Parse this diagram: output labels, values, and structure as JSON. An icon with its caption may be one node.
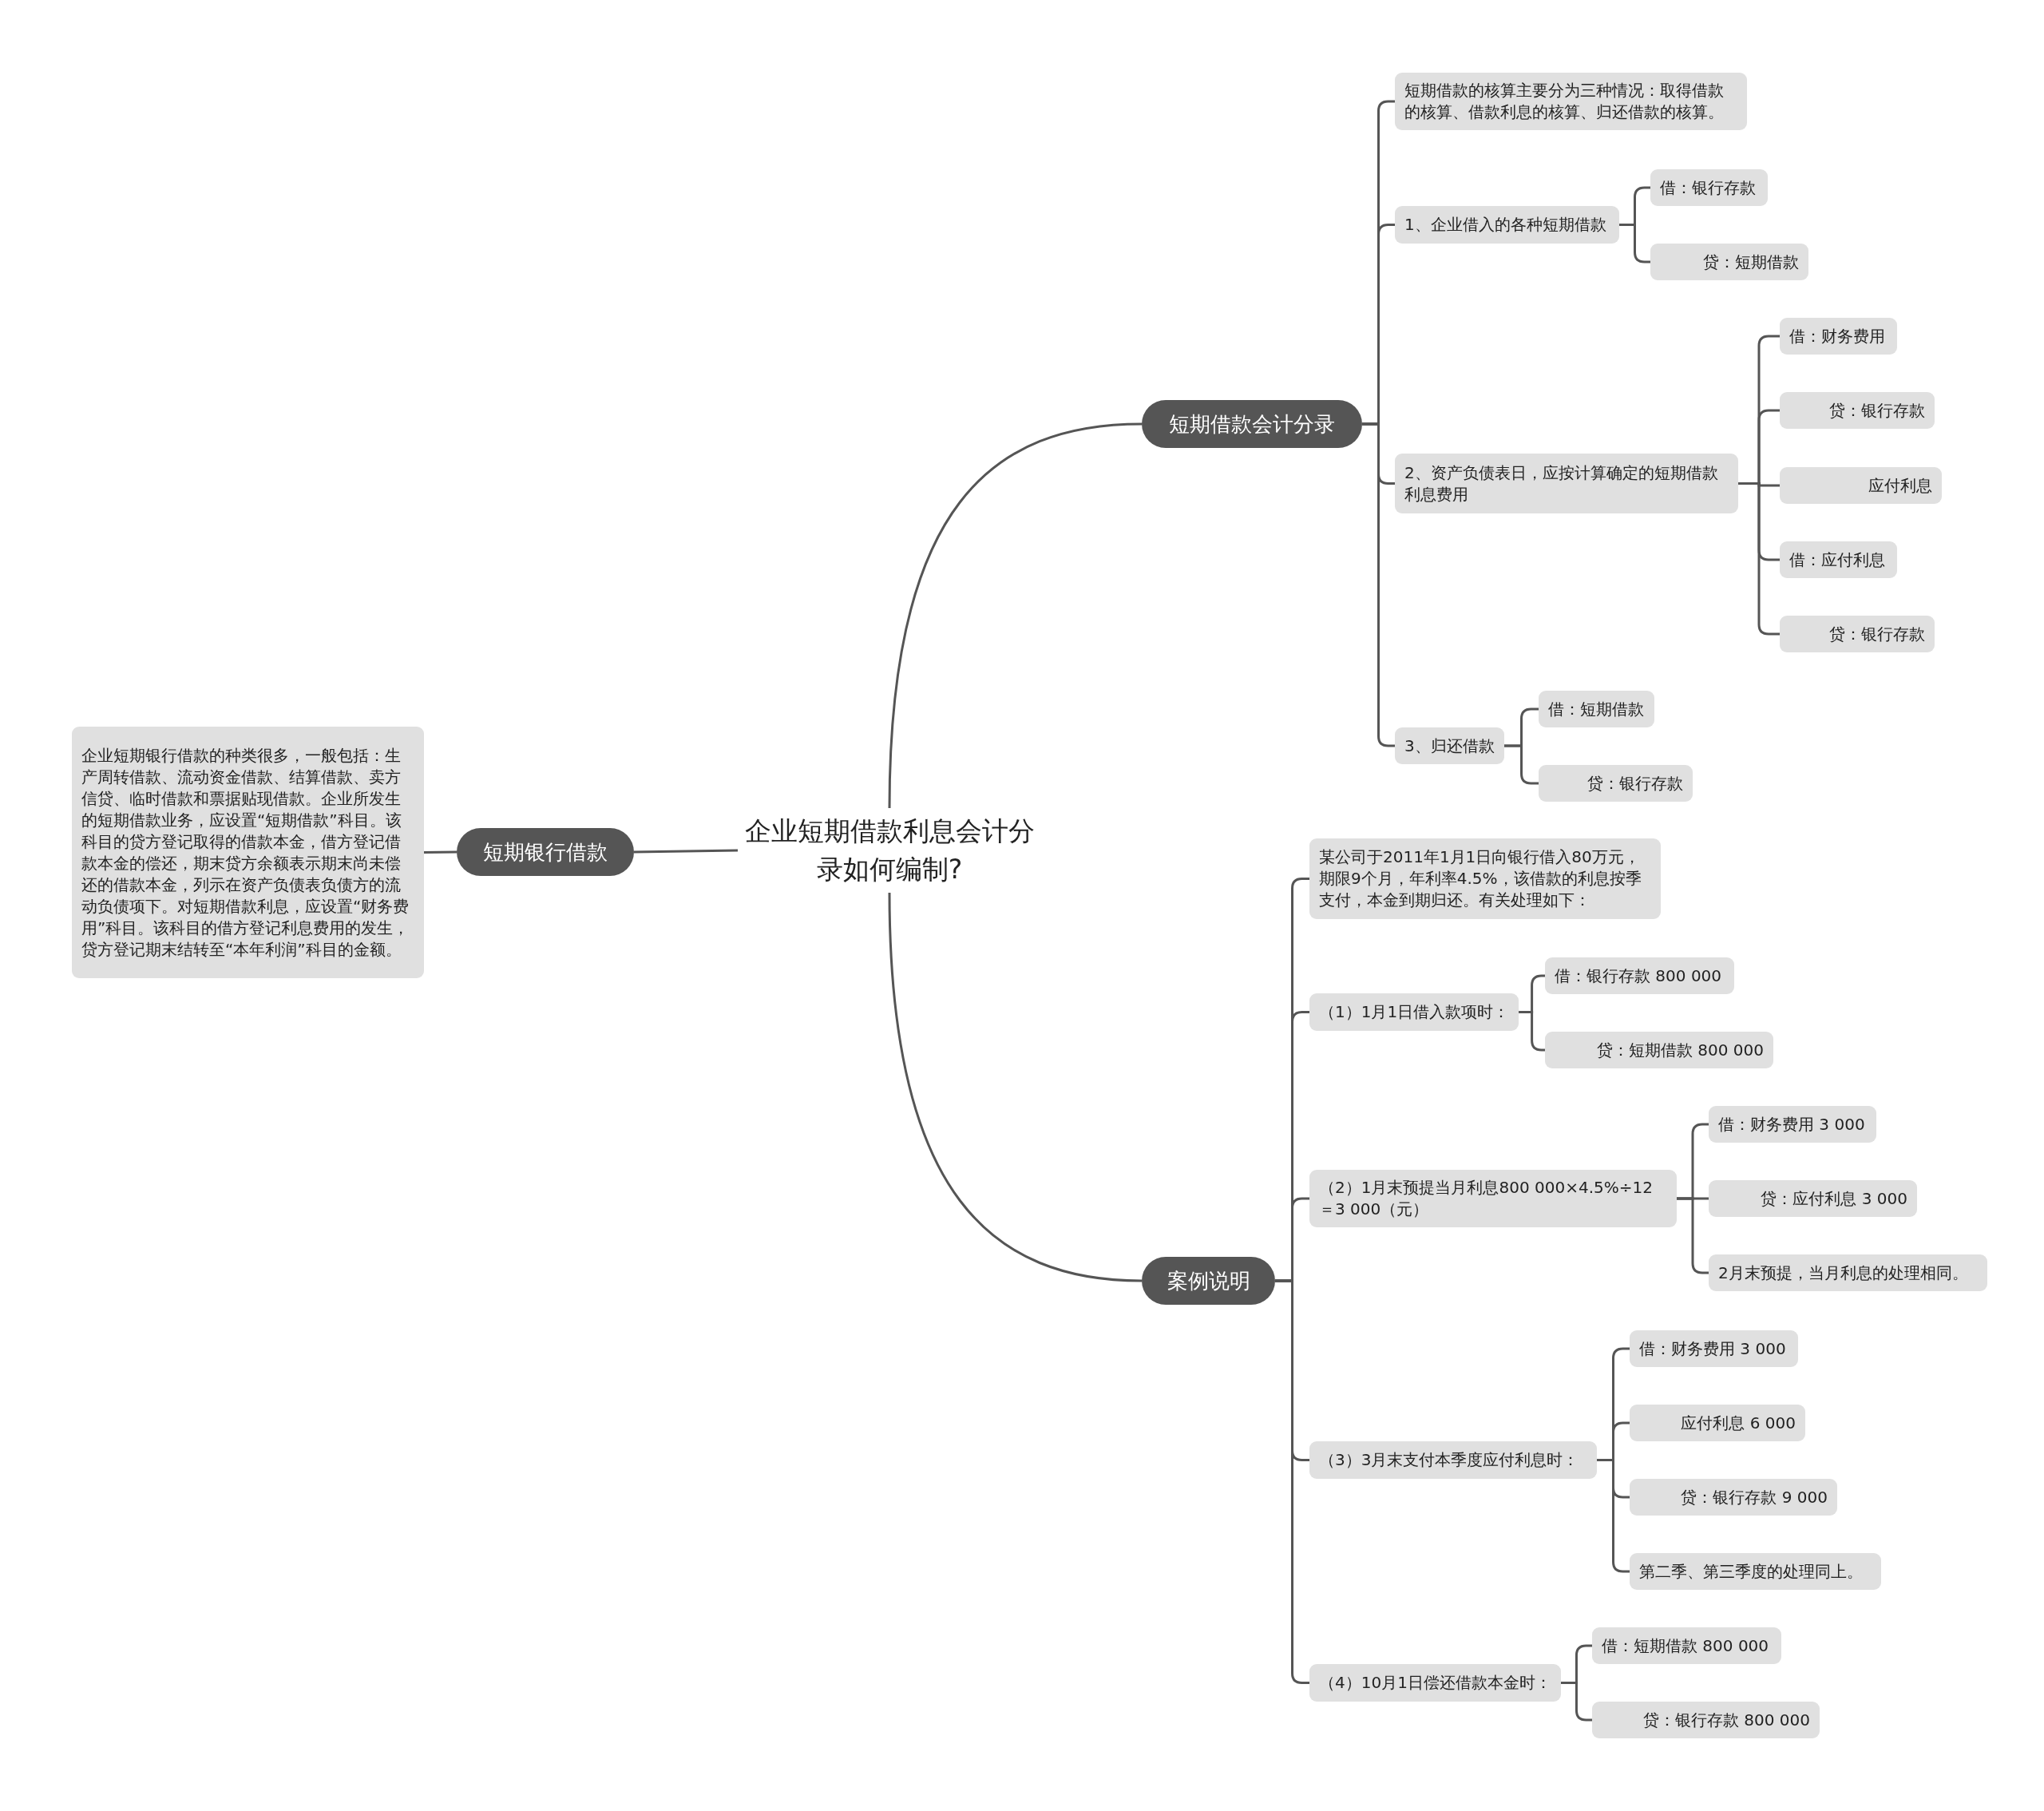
{
  "diagram": {
    "nodes": [
      {
        "text": [
          "企业短期借款利息会计分录如何编制?"
        ]
      },
      {
        "text": [
          "短期借款会计分录"
        ]
      },
      {
        "text": [
          "短期借款的核算主要分为三种情况：取得借款的核算、借款利息的核算、归还借款的核算。"
        ]
      },
      {
        "text": [
          "1、企业借入的各种短期借款"
        ]
      },
      {
        "text": [
          "借：银行存款"
        ]
      },
      {
        "text": [
          "贷：短期借款"
        ]
      },
      {
        "text": [
          "2、资产负债表日，应按计算确定的短期借款利息费用"
        ]
      },
      {
        "text": [
          "借：财务费用"
        ]
      },
      {
        "text": [
          "贷：银行存款"
        ]
      },
      {
        "text": [
          "应付利息"
        ]
      },
      {
        "text": [
          "借：应付利息"
        ]
      },
      {
        "text": [
          "贷：银行存款"
        ]
      },
      {
        "text": [
          "3、归还借款"
        ]
      },
      {
        "text": [
          "借：短期借款"
        ]
      },
      {
        "text": [
          "贷：银行存款"
        ]
      },
      {
        "text": [
          "短期银行借款"
        ]
      },
      {
        "text": [
          "企业短期银行借款的种类很多，一般包括：生产周转借款、流动资金借款、结算借款、卖方信贷、临时借款和票据贴现借款。企业所发生的短期借款业务，应设置“短期借款”科目。该科目的贷方登记取得的借款本金，借方登记借款本金的偿还，期末贷方余额表示期末尚未偿还的借款本金，列示在资产负债表负债方的流动负债项下。对短期借款利息，应设置“财务费用”科目。该科目的借方登记利息费用的发生，贷方登记期末结转至“本年利润”科目的金额。"
        ]
      },
      {
        "text": [
          "案例说明"
        ]
      },
      {
        "text": [
          "某公司于2011年1月1日向银行借入80万元，期限9个月，年利率4.5%，该借款的利息按季支付，本金到期归还。有关处理如下："
        ]
      },
      {
        "text": [
          "（1）1月1日借入款项时："
        ]
      },
      {
        "text": [
          "借：银行存款 800 000"
        ]
      },
      {
        "text": [
          "贷：短期借款 800 000"
        ]
      },
      {
        "text": [
          "（2）1月末预提当月利息800 000×4.5%÷12＝3 000（元）"
        ]
      },
      {
        "text": [
          "借：财务费用 3 000"
        ]
      },
      {
        "text": [
          "贷：应付利息 3 000"
        ]
      },
      {
        "text": [
          "2月末预提，当月利息的处理相同。"
        ]
      },
      {
        "text": [
          "（3）3月末支付本季度应付利息时："
        ]
      },
      {
        "text": [
          "借：财务费用 3 000"
        ]
      },
      {
        "text": [
          "应付利息 6 000"
        ]
      },
      {
        "text": [
          "贷：银行存款 9 000"
        ]
      },
      {
        "text": [
          "第二季、第三季度的处理同上。"
        ]
      },
      {
        "text": [
          "（4）10月1日偿还借款本金时："
        ]
      },
      {
        "text": [
          "借：短期借款 800 000"
        ]
      },
      {
        "text": [
          "贷：银行存款 800 000"
        ]
      }
    ],
    "edges": [
      {
        "from": 0,
        "to": 1,
        "arrow": "none"
      },
      {
        "from": 0,
        "to": 17,
        "arrow": "none"
      },
      {
        "from": 0,
        "to": 15,
        "arrow": "none"
      },
      {
        "from": 1,
        "to": 2,
        "arrow": "none"
      },
      {
        "from": 1,
        "to": 3,
        "arrow": "none"
      },
      {
        "from": 1,
        "to": 6,
        "arrow": "none"
      },
      {
        "from": 1,
        "to": 12,
        "arrow": "none"
      },
      {
        "from": 3,
        "to": 4,
        "arrow": "none"
      },
      {
        "from": 3,
        "to": 5,
        "arrow": "none"
      },
      {
        "from": 6,
        "to": 7,
        "arrow": "none"
      },
      {
        "from": 6,
        "to": 8,
        "arrow": "none"
      },
      {
        "from": 6,
        "to": 9,
        "arrow": "none"
      },
      {
        "from": 6,
        "to": 10,
        "arrow": "none"
      },
      {
        "from": 6,
        "to": 11,
        "arrow": "none"
      },
      {
        "from": 12,
        "to": 13,
        "arrow": "none"
      },
      {
        "from": 12,
        "to": 14,
        "arrow": "none"
      },
      {
        "from": 15,
        "to": 16,
        "arrow": "none"
      },
      {
        "from": 17,
        "to": 18,
        "arrow": "none"
      },
      {
        "from": 17,
        "to": 19,
        "arrow": "none"
      },
      {
        "from": 17,
        "to": 22,
        "arrow": "none"
      },
      {
        "from": 17,
        "to": 26,
        "arrow": "none"
      },
      {
        "from": 17,
        "to": 31,
        "arrow": "none"
      },
      {
        "from": 19,
        "to": 20,
        "arrow": "none"
      },
      {
        "from": 19,
        "to": 21,
        "arrow": "none"
      },
      {
        "from": 22,
        "to": 23,
        "arrow": "none"
      },
      {
        "from": 22,
        "to": 24,
        "arrow": "none"
      },
      {
        "from": 22,
        "to": 25,
        "arrow": "none"
      },
      {
        "from": 26,
        "to": 27,
        "arrow": "none"
      },
      {
        "from": 26,
        "to": 28,
        "arrow": "none"
      },
      {
        "from": 26,
        "to": 29,
        "arrow": "none"
      },
      {
        "from": 26,
        "to": 30,
        "arrow": "none"
      },
      {
        "from": 31,
        "to": 32,
        "arrow": "none"
      },
      {
        "from": 31,
        "to": 33,
        "arrow": "none"
      }
    ]
  }
}
